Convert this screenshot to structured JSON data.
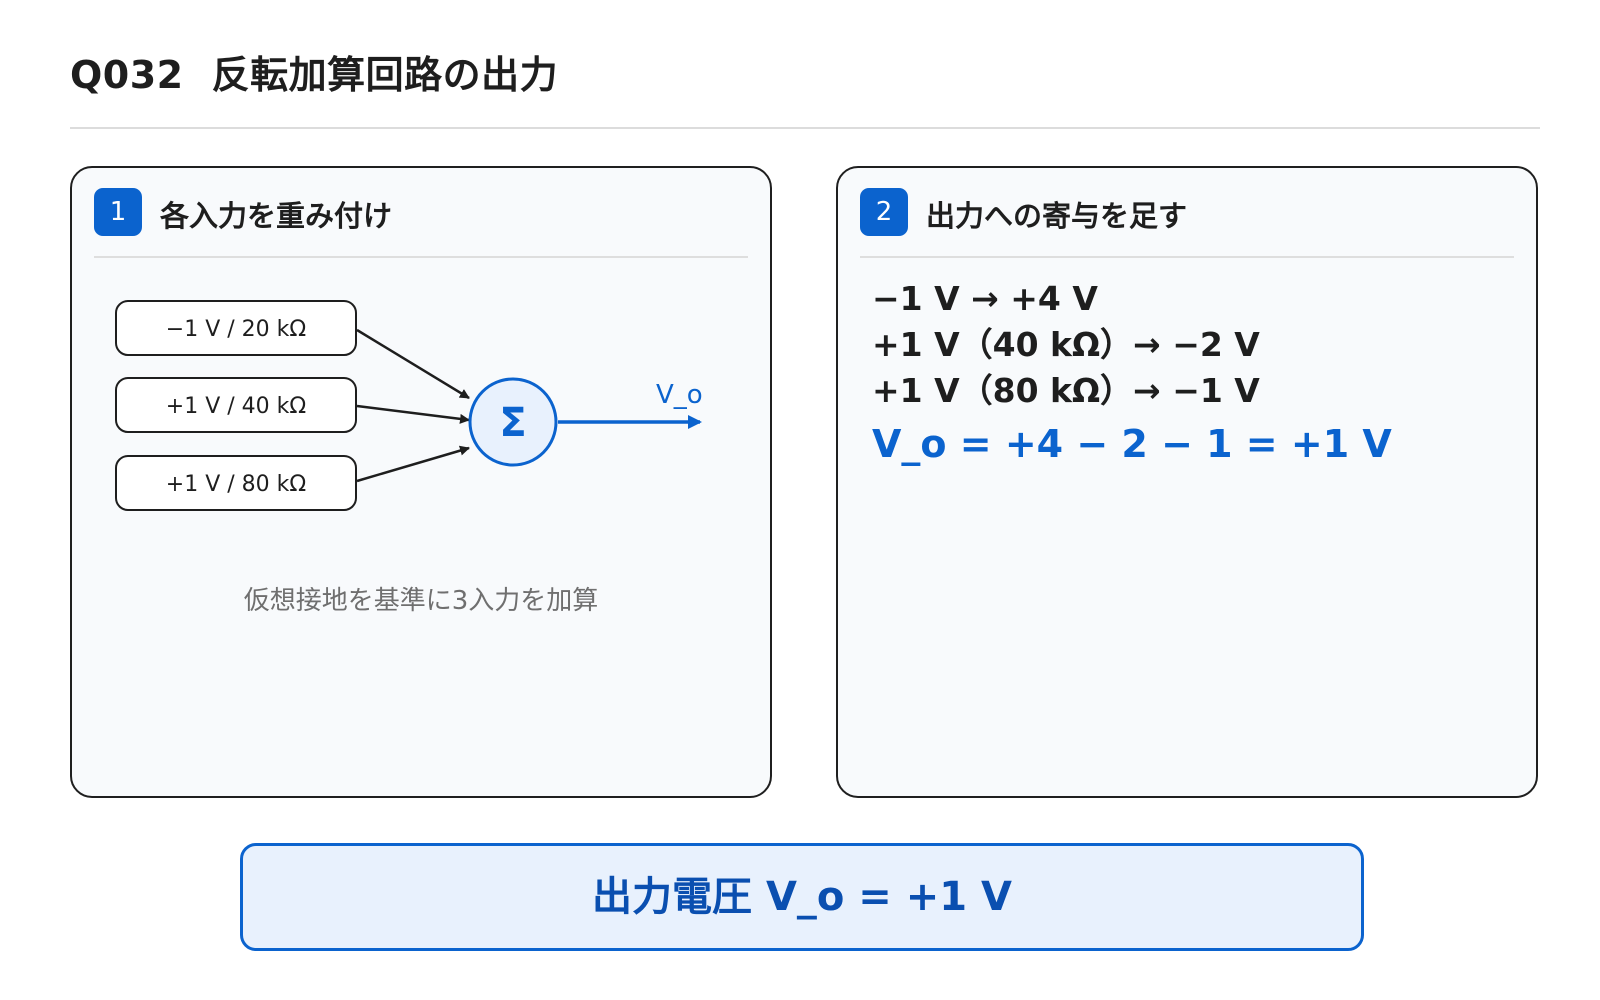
{
  "header": {
    "question_id": "Q032",
    "title": "反転加算回路の出力"
  },
  "step1": {
    "number": "1",
    "title": "各入力を重み付け",
    "inputs": [
      {
        "label": "−1 V / 20 kΩ"
      },
      {
        "label": "+1 V / 40 kΩ"
      },
      {
        "label": "+1 V / 80 kΩ"
      }
    ],
    "summer_symbol": "Σ",
    "output_label": "V_o",
    "note": "仮想接地を基準に3入力を加算"
  },
  "step2": {
    "number": "2",
    "title": "出力への寄与を足す",
    "lines": [
      "−1 V → +4 V",
      "+1 V（40 kΩ）→ −2 V",
      "+1 V（80 kΩ）→ −1 V"
    ],
    "result_line": "V_o = +4 − 2 − 1 = +1 V"
  },
  "answer": {
    "text": "出力電圧 V_o = +1 V"
  },
  "colors": {
    "accent": "#0b63ce",
    "panel_bg": "#f8fafc",
    "answer_bg": "#e8f1fd"
  }
}
